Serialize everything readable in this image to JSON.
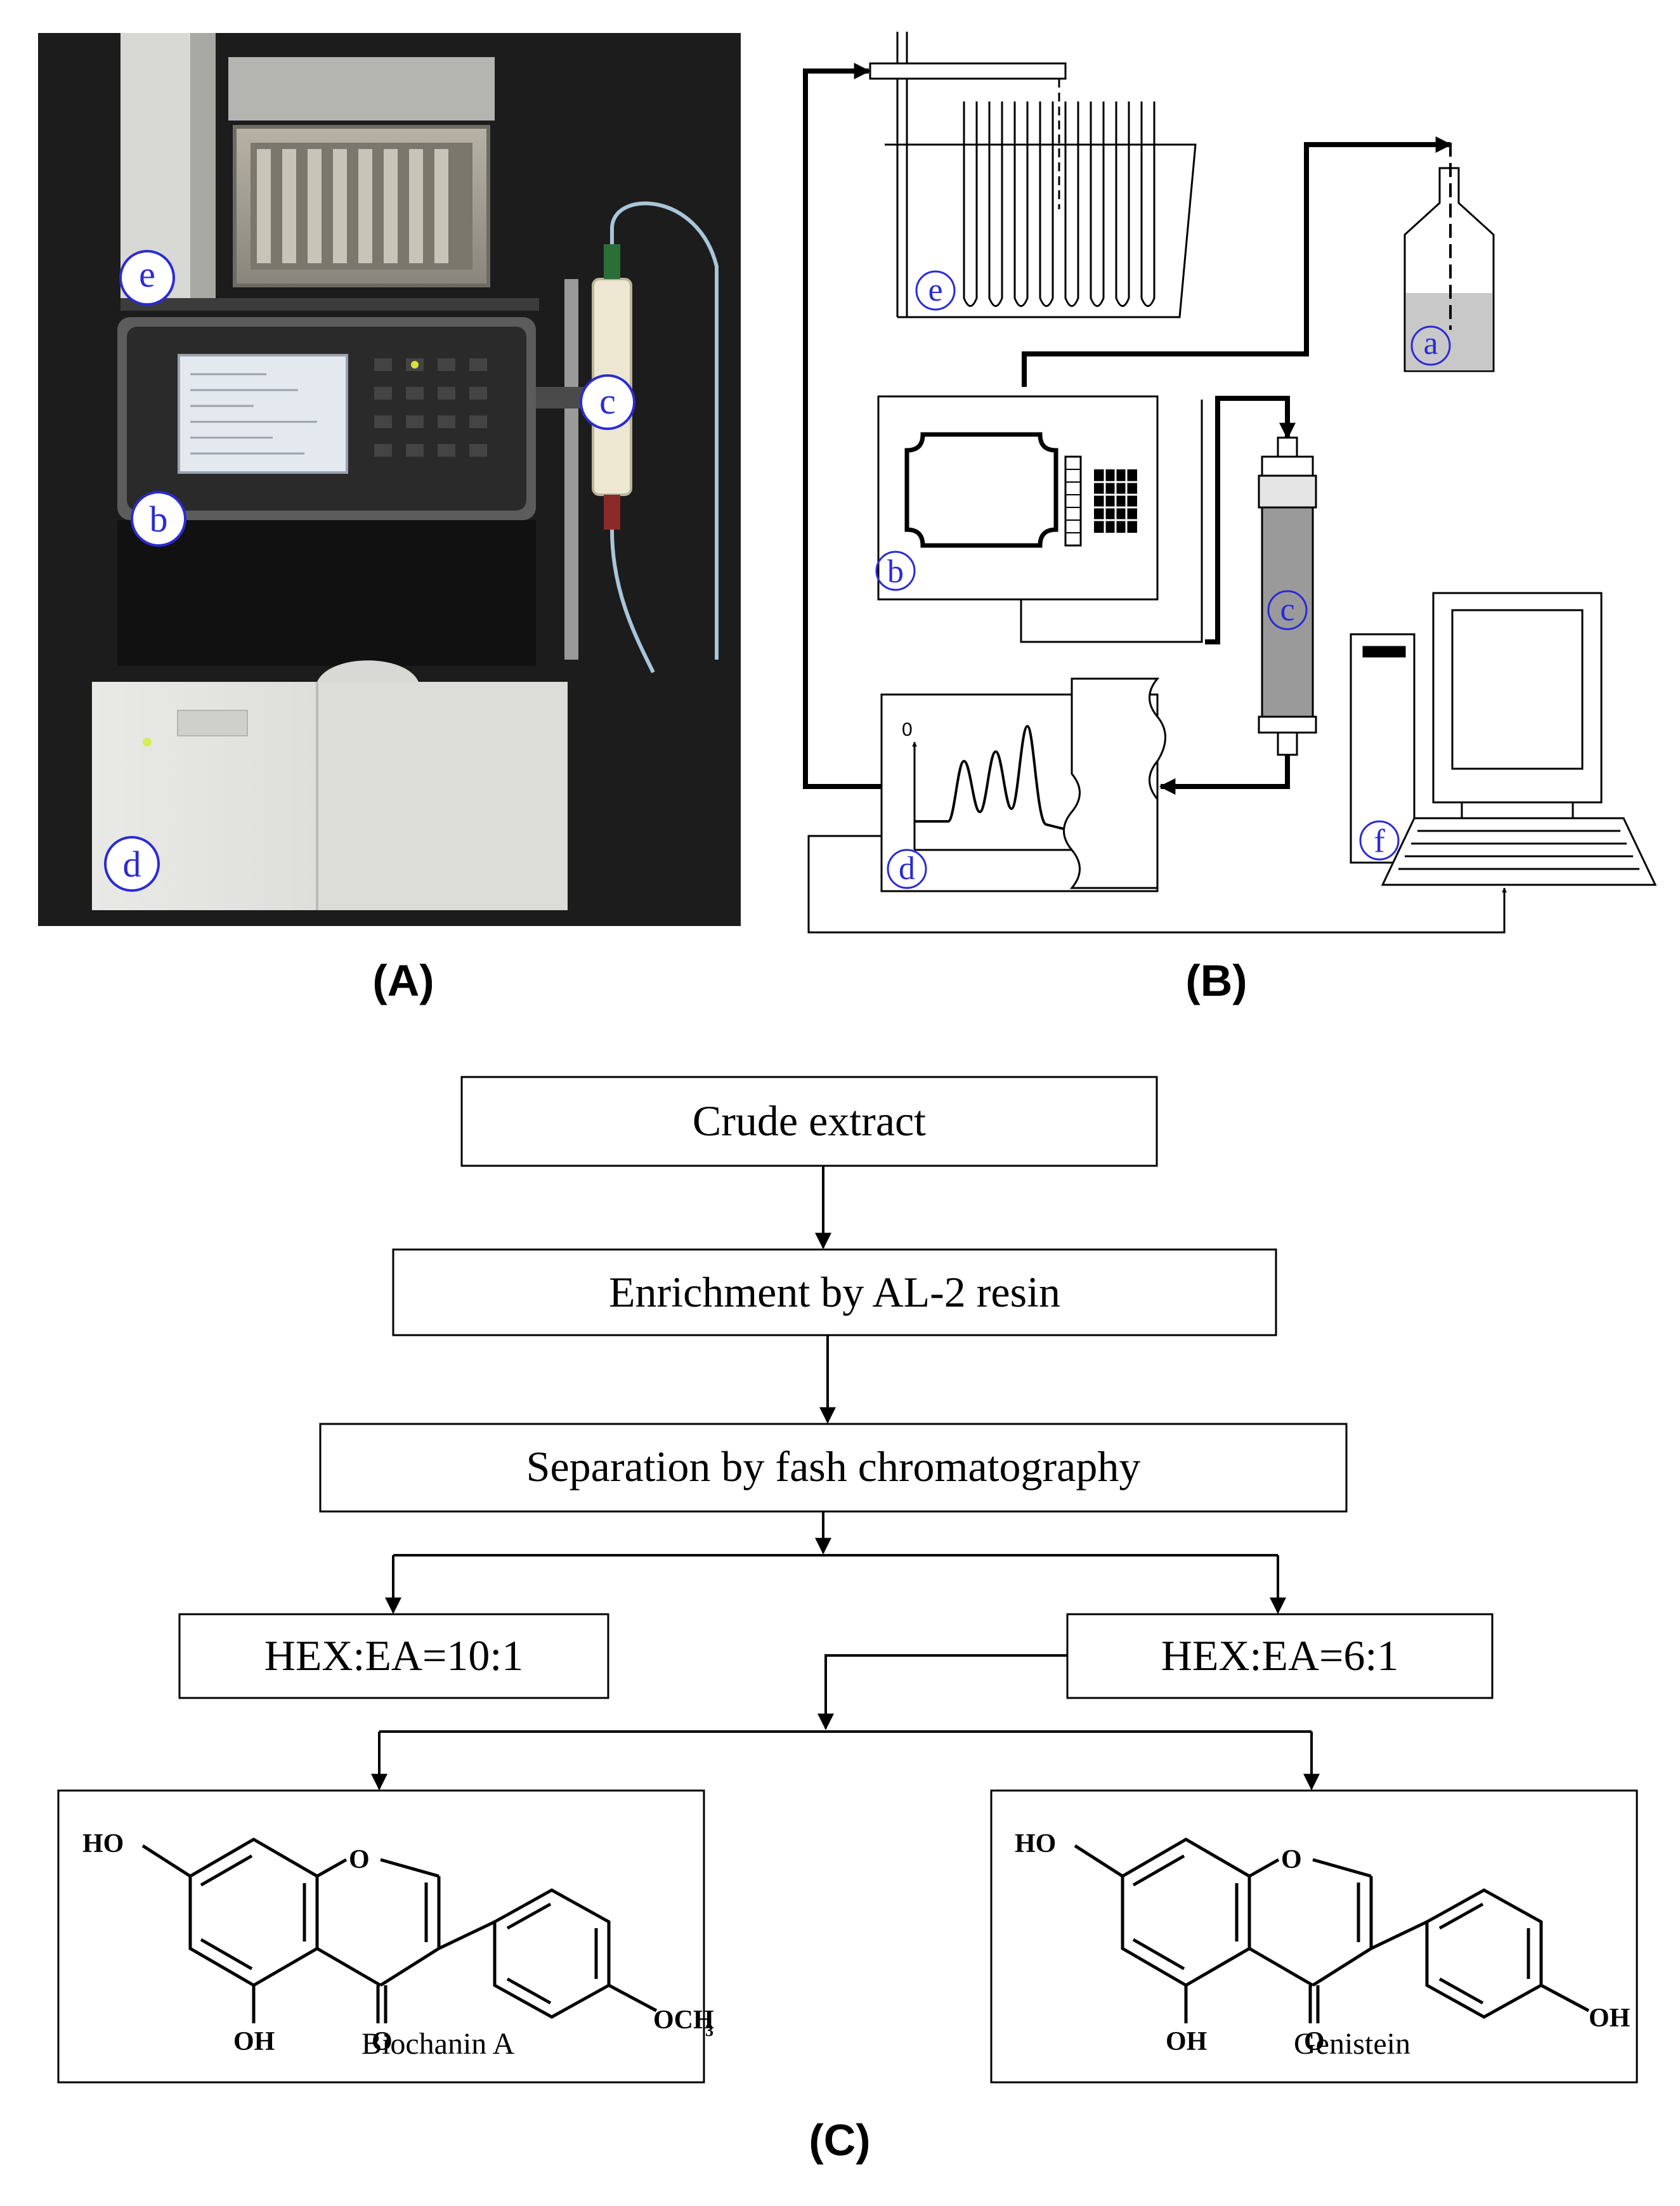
{
  "colors": {
    "photo_background": "#1c1c1c",
    "label_circle_fill": "#ffffff",
    "label_circle_outline": "#2a2ad6",
    "label_text": "#2a2ad6",
    "line": "#000000",
    "screen_lcd": "#e4e9ef",
    "column_gray": "#9a9a9a"
  },
  "panels": {
    "a": {
      "caption": "(A)"
    },
    "b": {
      "caption": "(B)"
    },
    "c": {
      "caption": "(C)"
    }
  },
  "photo": {
    "labels": {
      "e": "e",
      "b": "b",
      "c": "c",
      "d": "d"
    }
  },
  "schematic": {
    "labels": {
      "a": "a",
      "b": "b",
      "c": "c",
      "d": "d",
      "e": "e",
      "f": "f"
    },
    "detector_axis_label": "0"
  },
  "flowchart": {
    "steps": {
      "crude": "Crude extract",
      "enrich": "Enrichment by AL-2 resin",
      "separation": "Separation by fash chromatography",
      "hex10": "HEX:EA=10:1",
      "hex6": "HEX:EA=6:1"
    },
    "compounds": {
      "biochanin": {
        "name": "Biochanin A",
        "ho": "HO",
        "oh": "OH",
        "o_ring": "O",
        "o_keto": "O",
        "och3": "OCH",
        "och3_sub": "3"
      },
      "genistein": {
        "name": "Genistein",
        "ho": "HO",
        "oh": "OH",
        "o_ring": "O",
        "o_keto": "O",
        "oh_para": "OH"
      }
    }
  }
}
